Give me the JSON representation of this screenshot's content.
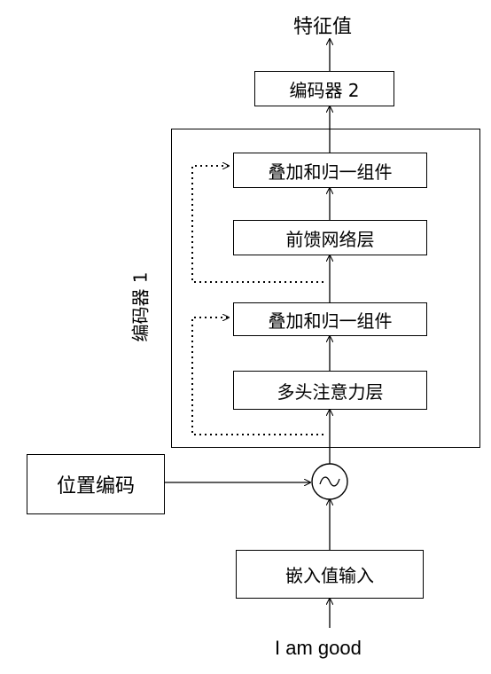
{
  "output_label": "特征值",
  "encoder2_label": "编码器 2",
  "encoder1_label": "编码器 1",
  "add_norm_top_label": "叠加和归一组件",
  "feedforward_label": "前馈网络层",
  "add_norm_bottom_label": "叠加和归一组件",
  "multihead_label": "多头注意力层",
  "positional_encoding_label": "位置编码",
  "sum_symbol": "~",
  "embedding_label": "嵌入值输入",
  "input_text": "I am good"
}
